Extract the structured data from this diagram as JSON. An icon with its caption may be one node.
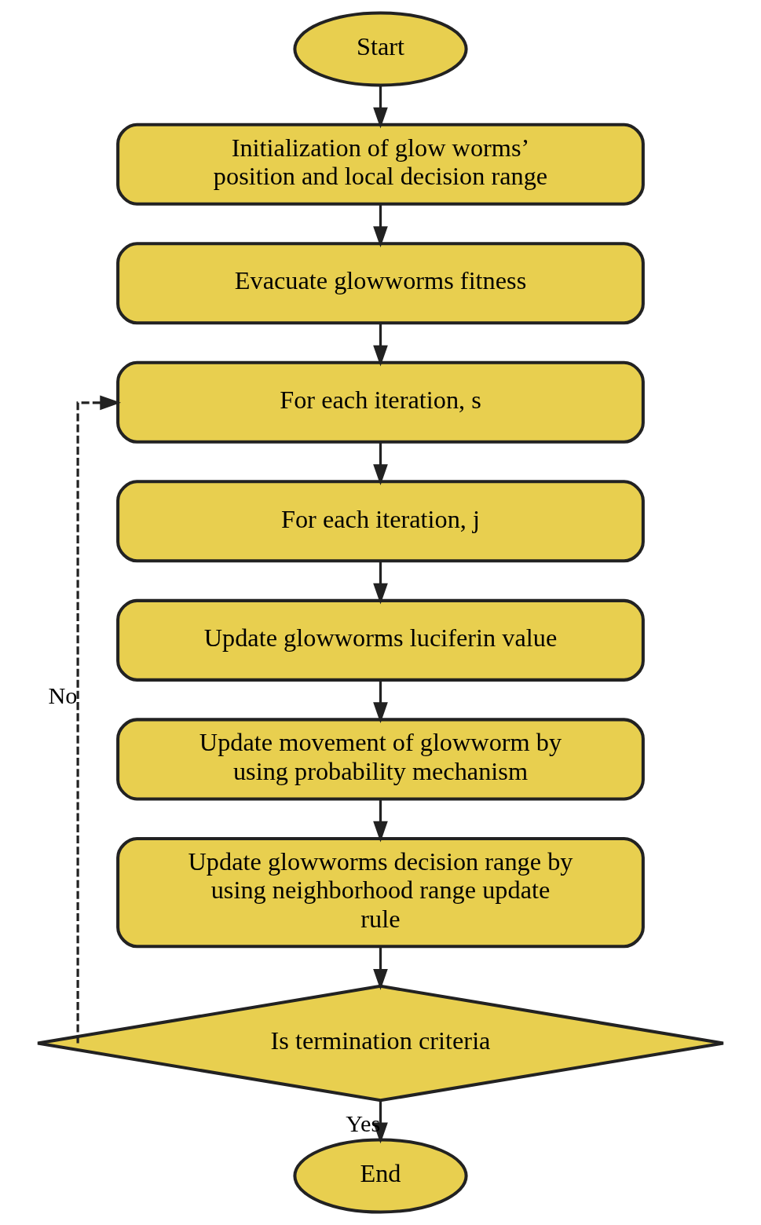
{
  "diagram": {
    "nodes": [
      {
        "text": [
          "Start"
        ]
      },
      {
        "text": [
          "Initialization of glow worms’ position and local decision range"
        ]
      },
      {
        "text": [
          "Evacuate glowworms fitness"
        ]
      },
      {
        "text": [
          "For each iteration, s"
        ]
      },
      {
        "text": [
          "For each iteration, j"
        ]
      },
      {
        "text": [
          "Update glowworms luciferin value"
        ]
      },
      {
        "text": [
          "Update movement of glowworm by using probability mechanism"
        ]
      },
      {
        "text": [
          "Update glowworms decision range by using neighborhood range update rule"
        ]
      },
      {
        "text": [
          "Is termination criteria"
        ]
      },
      {
        "text": [
          "End"
        ]
      }
    ],
    "edges": [
      {
        "from": 0,
        "to": 1,
        "arrow": "to"
      },
      {
        "from": 1,
        "to": 2,
        "arrow": "to"
      },
      {
        "from": 2,
        "to": 3,
        "arrow": "to"
      },
      {
        "from": 3,
        "to": 4,
        "arrow": "to"
      },
      {
        "from": 4,
        "to": 5,
        "arrow": "to"
      },
      {
        "from": 5,
        "to": 6,
        "arrow": "to"
      },
      {
        "from": 6,
        "to": 7,
        "arrow": "to"
      },
      {
        "from": 7,
        "to": 8,
        "arrow": "to"
      },
      {
        "from": 8,
        "to": 3,
        "arrow": "to",
        "label": "No",
        "style": "dashed"
      },
      {
        "from": 8,
        "to": 9,
        "arrow": "to",
        "label": "Yes"
      }
    ]
  }
}
